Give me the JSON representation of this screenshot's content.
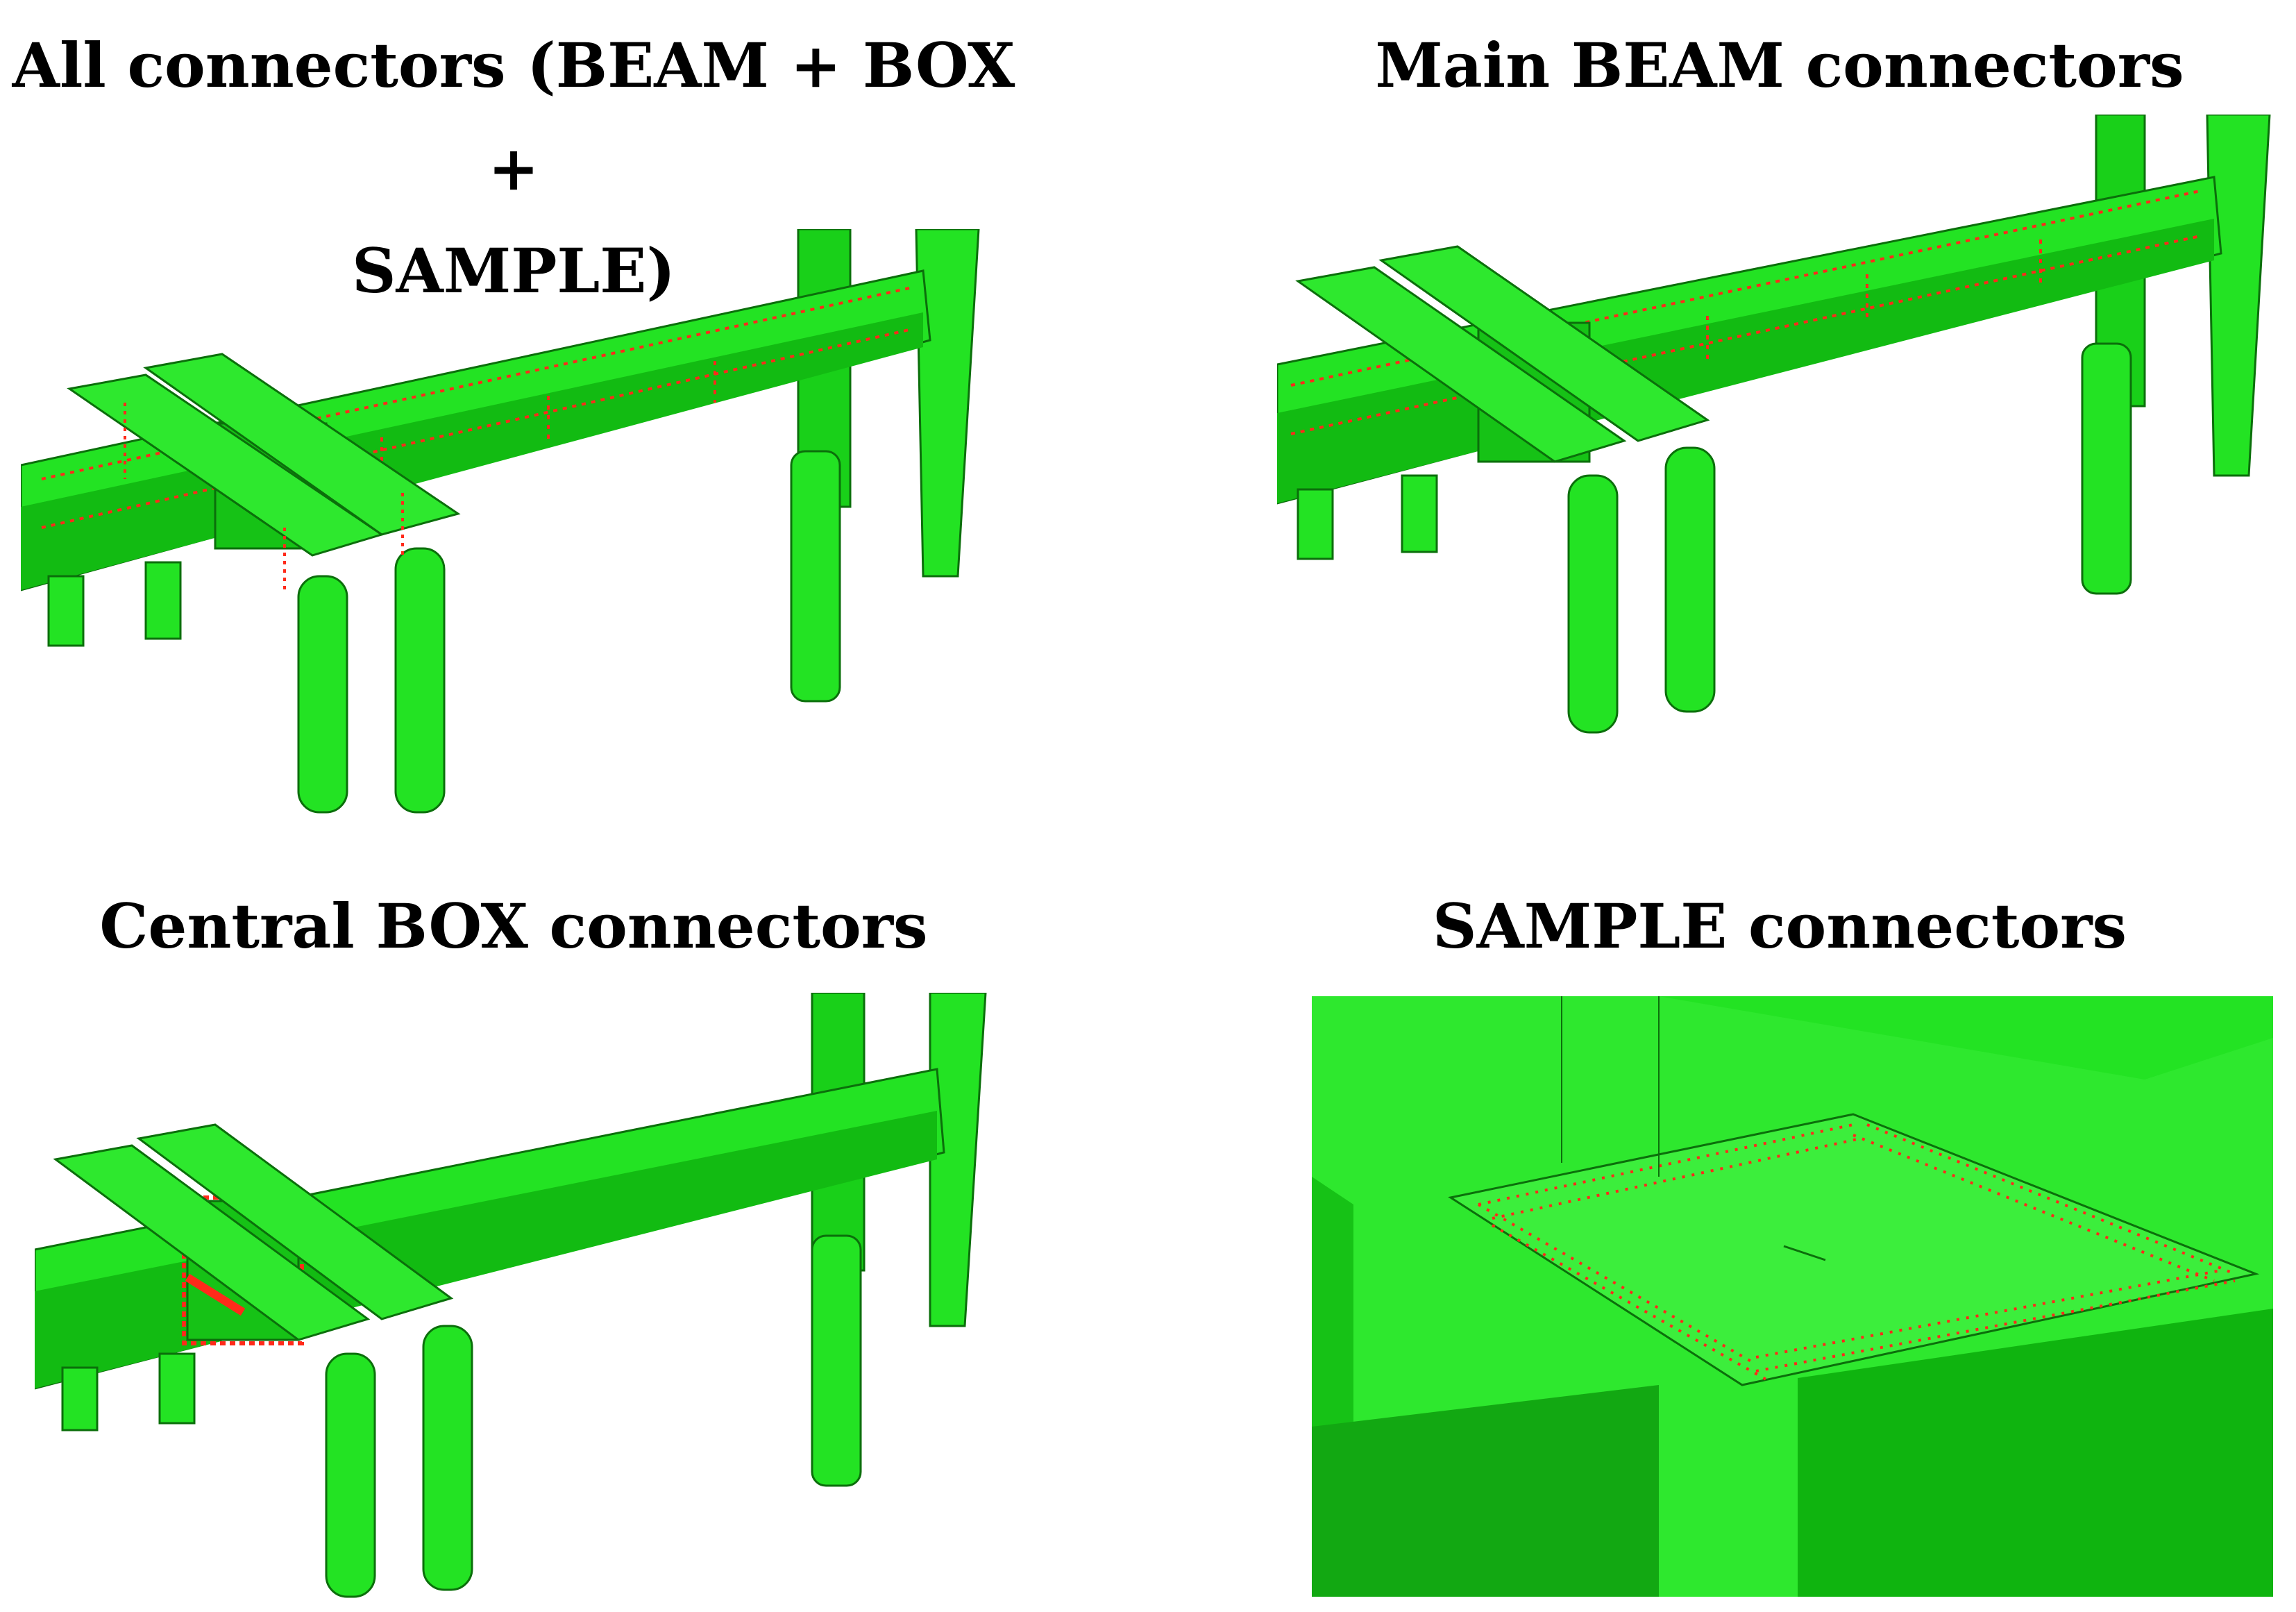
{
  "panels": [
    {
      "id": "all",
      "title_line1": "All connectors (BEAM + BOX +",
      "title_line2": "SAMPLE)"
    },
    {
      "id": "beam",
      "title_line1": "Main BEAM connectors"
    },
    {
      "id": "box",
      "title_line1": "Central BOX connectors"
    },
    {
      "id": "sample",
      "title_line1": "SAMPLE connectors"
    }
  ],
  "colors": {
    "model_green": "#23e323",
    "model_dark": "#0fb40f",
    "model_light": "#4ef04e",
    "edge": "#0b6f0b",
    "connector_red": "#ff2a1a"
  }
}
